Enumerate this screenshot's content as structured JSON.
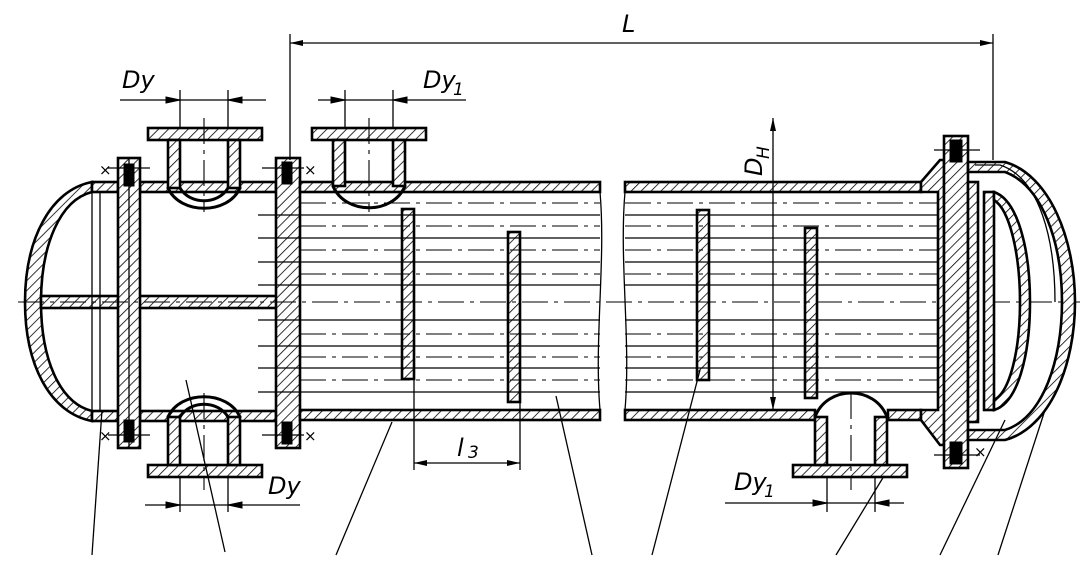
{
  "labels": {
    "overall_length": "L",
    "inlet_nozzle_left_top": {
      "main": "Dy",
      "sub": ""
    },
    "inlet_nozzle_right_top": {
      "main": "Dy",
      "sub": "1"
    },
    "outlet_nozzle_left_bottom": {
      "main": "Dy",
      "sub": ""
    },
    "outlet_nozzle_right_bottom": {
      "main": "Dy",
      "sub": "1"
    },
    "shell_diameter": {
      "main": "D",
      "sub": "H"
    },
    "baffle_spacing": {
      "main": "l",
      "sub": "3"
    }
  },
  "weld_mark": "×"
}
